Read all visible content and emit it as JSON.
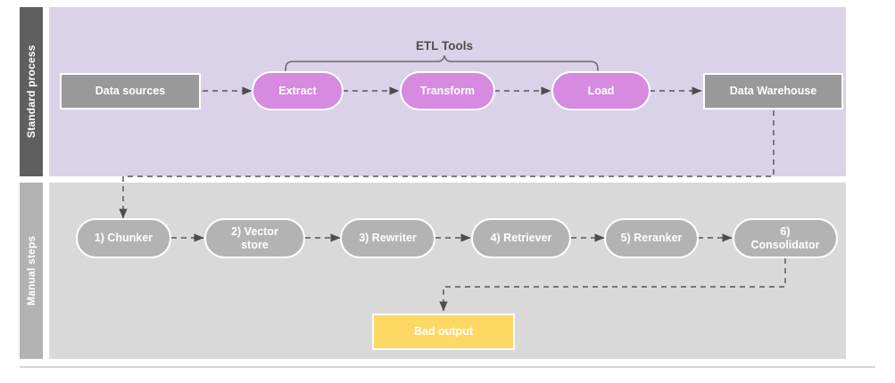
{
  "diagram": {
    "title": "ETL standard process and manual RAG steps",
    "colors": {
      "lane_top_header_bg": "#5f5f5f",
      "lane_top_body_bg": "#d9d2e9",
      "lane_bottom_header_bg": "#b3b3b3",
      "lane_bottom_body_bg": "#d9d9d9",
      "node_gray": "#999999",
      "node_purple": "#d68ae0",
      "node_steel": "#b3b3b3",
      "node_amber": "#fdd865",
      "connector": "#666666",
      "node_text": "#ffffff",
      "label_text": "#4d4d4d"
    }
  },
  "lanes": [
    {
      "id": "standard-process",
      "label": "Standard process"
    },
    {
      "id": "manual-steps",
      "label": "Manual steps"
    }
  ],
  "annotations": [
    {
      "id": "etl-tools",
      "label": "ETL Tools"
    }
  ],
  "nodes": {
    "data_sources": {
      "label": "Data sources"
    },
    "extract": {
      "label": "Extract"
    },
    "transform": {
      "label": "Transform"
    },
    "load": {
      "label": "Load"
    },
    "data_warehouse": {
      "label": "Data Warehouse"
    },
    "chunker": {
      "label": "1) Chunker"
    },
    "vector_store_line1": {
      "label": "2) Vector"
    },
    "vector_store_line2": {
      "label": "store"
    },
    "rewriter": {
      "label": "3) Rewriter"
    },
    "retriever": {
      "label": "4) Retriever"
    },
    "reranker": {
      "label": "5) Reranker"
    },
    "consolidator_line1": {
      "label": "6)"
    },
    "consolidator_line2": {
      "label": "Consolidator"
    },
    "bad_output": {
      "label": "Bad output"
    }
  },
  "flow": {
    "standard_process": [
      "Data sources",
      "Extract",
      "Transform",
      "Load",
      "Data Warehouse"
    ],
    "manual_steps": [
      "1) Chunker",
      "2) Vector store",
      "3) Rewriter",
      "4) Retriever",
      "5) Reranker",
      "6) Consolidator"
    ],
    "terminal": "Bad output",
    "cross_lane_links": [
      {
        "from": "Data Warehouse",
        "to": "1) Chunker"
      },
      {
        "from": "6) Consolidator",
        "to": "Bad output"
      }
    ],
    "bracket_covers": [
      "Extract",
      "Transform",
      "Load"
    ]
  }
}
